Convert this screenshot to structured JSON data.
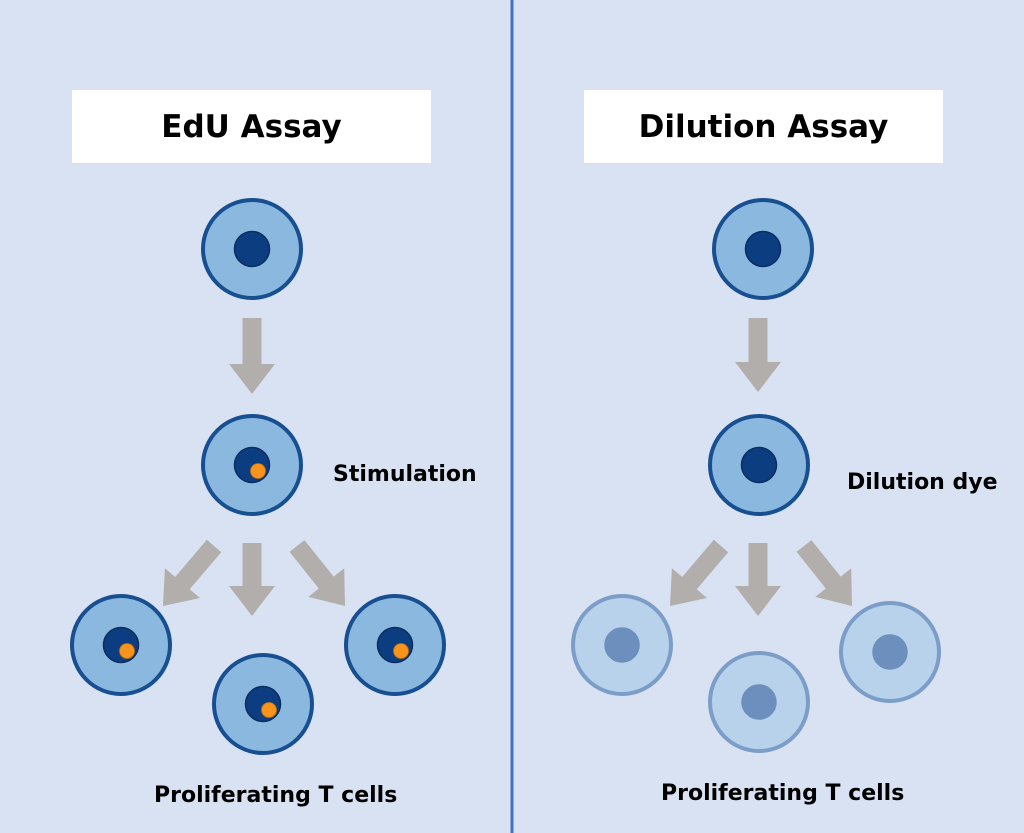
{
  "left_panel": {
    "title": "EdU Assay",
    "stimulation_label": "Stimulation",
    "result_label": "Proliferating T cells"
  },
  "right_panel": {
    "title": "Dilution Assay",
    "dye_label": "Dilution dye",
    "result_label": "Proliferating T cells"
  },
  "colors": {
    "background": "#d9e2f3",
    "divider": "#4472c4",
    "cell_fill": "#8ab8df",
    "cell_stroke": "#174f91",
    "nucleus": "#0c3d80",
    "edu_dot": "#f7941d",
    "diluted_cell_fill": "#b7d2ea",
    "diluted_cell_stroke": "#7b9dc8",
    "diluted_nucleus": "#6d8fbd",
    "arrow": "#b1aeab"
  }
}
